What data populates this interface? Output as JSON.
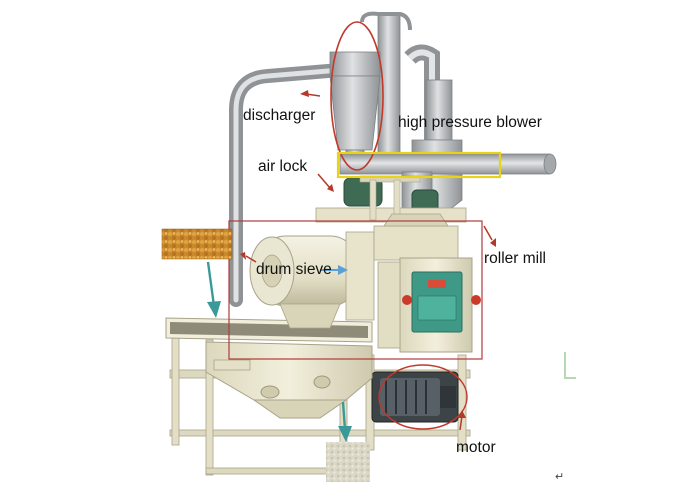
{
  "labels": {
    "discharger": "discharger",
    "high_pressure_blower": "high pressure blower",
    "air_lock": "air lock",
    "roller_mill": "roller mill",
    "drum_sieve": "drum sieve",
    "motor": "motor"
  },
  "colors": {
    "machine_body": "#ece9d2",
    "machine_shadow": "#c9c4a6",
    "steel": "#b9bcbe",
    "steel_dark": "#8d9193",
    "panel_teal": "#3e9a86",
    "highlight_red": "#c0392b",
    "highlight_yellow": "#e8d31a",
    "arrow_teal": "#3a9a9a",
    "label_arrow": "#b33a2a"
  },
  "icons": {
    "grain_sample": "corn-kernels-image",
    "flour_sample": "flour-pile-image",
    "return_mark": "paragraph-return-icon"
  },
  "return_mark": "↵"
}
